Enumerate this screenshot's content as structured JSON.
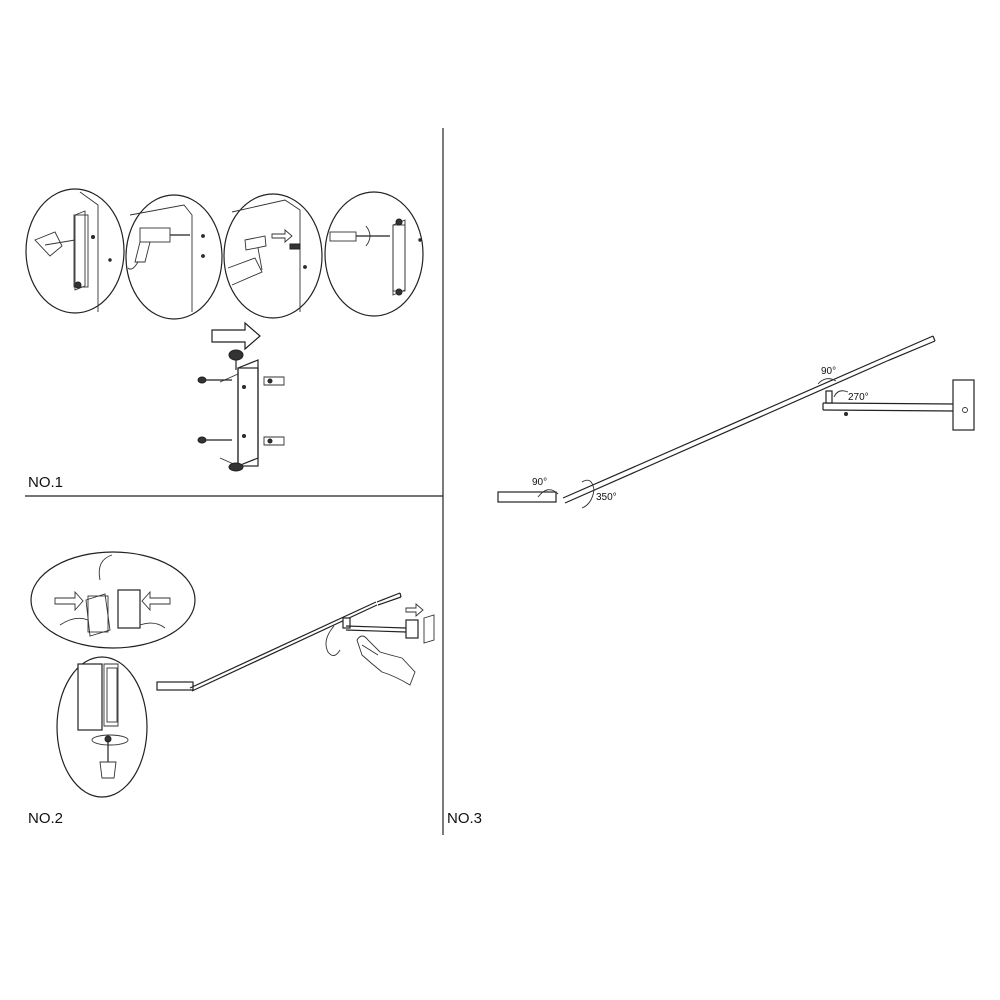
{
  "steps": {
    "no1": {
      "label": "NO.1"
    },
    "no2": {
      "label": "NO.2"
    },
    "no3": {
      "label": "NO.3"
    }
  },
  "angles": {
    "head_tilt": "90°",
    "head_rotate": "350°",
    "arm_tilt": "90°",
    "arm_swivel": "270°"
  }
}
